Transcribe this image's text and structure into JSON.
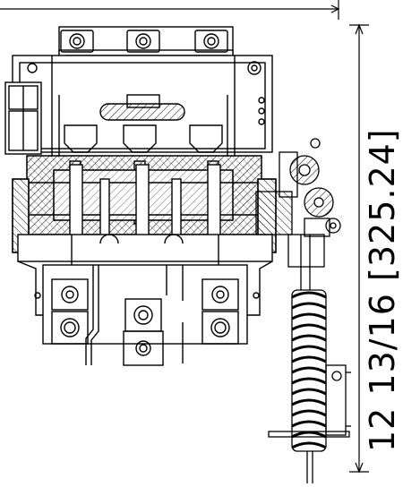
{
  "dimension": {
    "height_label": "12 13/16 [325.24]"
  },
  "colors": {
    "ink": "#000000",
    "paper": "#ffffff"
  },
  "icons": {
    "dimension_arrow": "arrowhead",
    "terminal_nut": "hex-nut-icon",
    "spring": "coil-spring"
  }
}
